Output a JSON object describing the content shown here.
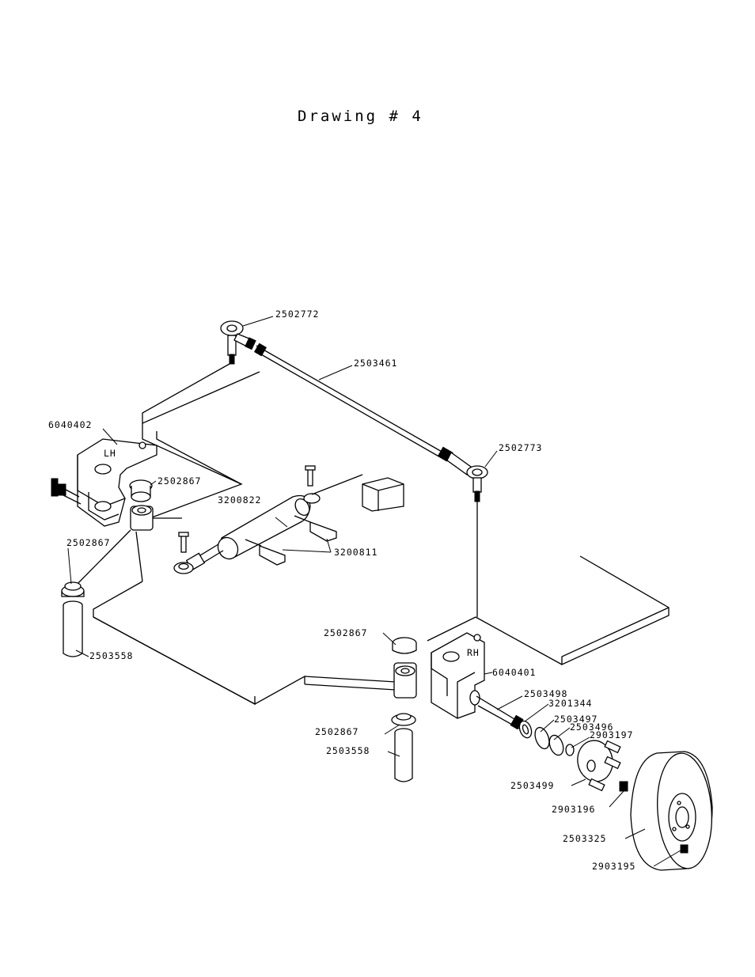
{
  "title": "Drawing # 4",
  "side_labels": {
    "left": "LH",
    "right": "RH"
  },
  "part_numbers": {
    "tie_rod_end_left": "2502772",
    "tie_rod": "2503461",
    "tie_rod_end_right": "2502773",
    "spindle_bracket_left": "6040402",
    "bushing_upper_left": "2502867",
    "cylinder": "3200822",
    "cylinder_clamp": "3200811",
    "bushing_lower_left": "2502867",
    "pin_left": "2503558",
    "bushing_upper_right": "2502867",
    "spindle_bracket_right": "6040401",
    "spindle": "2503498",
    "seal": "3201344",
    "bearing_outer": "2503497",
    "bearing_inner": "2503496",
    "washer": "2903197",
    "bushing_lower_right": "2502867",
    "pin_right": "2503558",
    "hub": "2503499",
    "stud": "2903196",
    "wheel": "2503325",
    "lug_nut": "2903195"
  }
}
